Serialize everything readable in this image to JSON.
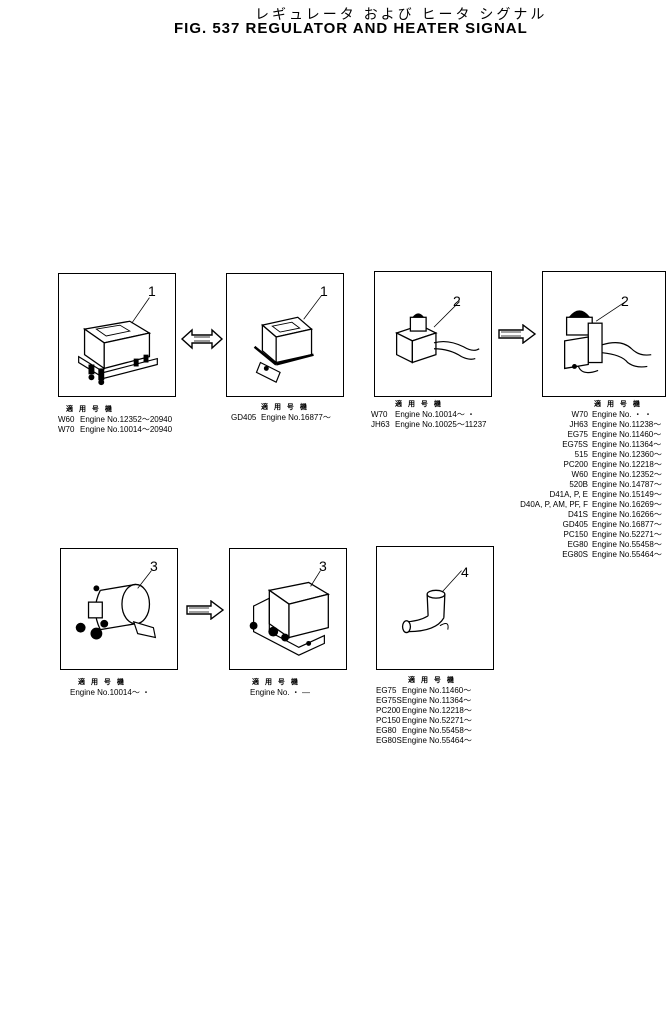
{
  "title": {
    "japanese": "レギュレータ および ヒータ シグナル",
    "english": "FIG. 537 REGULATOR AND HEATER SIGNAL"
  },
  "applicability_header": "適 用 号 機",
  "panels": [
    {
      "callout": "1",
      "rows": [
        {
          "model": "W60",
          "engine": "Engine No.12352～20940"
        },
        {
          "model": "W70",
          "engine": "Engine No.10014～20940"
        }
      ]
    },
    {
      "callout": "1",
      "rows": [
        {
          "model": "GD405",
          "engine": "Engine No.16877～"
        }
      ]
    },
    {
      "callout": "2",
      "rows": [
        {
          "model": "W70",
          "engine": "Engine No.10014～ ・"
        },
        {
          "model": "JH63",
          "engine": "Engine No.10025～11237"
        }
      ]
    },
    {
      "callout": "2",
      "rows": [
        {
          "model": "W70",
          "engine": "Engine No. ・ ・"
        },
        {
          "model": "JH63",
          "engine": "Engine No.11238～"
        },
        {
          "model": "EG75",
          "engine": "Engine No.11460～"
        },
        {
          "model": "EG75S",
          "engine": "Engine No.11364～"
        },
        {
          "model": "515",
          "engine": "Engine No.12360～"
        },
        {
          "model": "PC200",
          "engine": "Engine No.12218～"
        },
        {
          "model": "W60",
          "engine": "Engine No.12352～"
        },
        {
          "model": "520B",
          "engine": "Engine No.14787～"
        },
        {
          "model": "D41A, P, E",
          "engine": "Engine No.15149～"
        },
        {
          "model": "D40A, P, AM, PF, F",
          "engine": "Engine No.16269～"
        },
        {
          "model": "D41S",
          "engine": "Engine No.16266～"
        },
        {
          "model": "GD405",
          "engine": "Engine No.16877～"
        },
        {
          "model": "PC150",
          "engine": "Engine No.52271～"
        },
        {
          "model": "EG80",
          "engine": "Engine No.55458～"
        },
        {
          "model": "EG80S",
          "engine": "Engine No.55464～"
        }
      ]
    },
    {
      "callout": "3",
      "rows": [
        {
          "model": "",
          "engine": "Engine No.10014～ ・"
        }
      ]
    },
    {
      "callout": "3",
      "rows": [
        {
          "model": "",
          "engine": "Engine No. ・ ―"
        }
      ]
    },
    {
      "callout": "4",
      "rows": [
        {
          "model": "EG75",
          "engine": "Engine No.11460～"
        },
        {
          "model": "EG75S",
          "engine": "Engine No.11364～"
        },
        {
          "model": "PC200",
          "engine": "Engine No.12218～"
        },
        {
          "model": "PC150",
          "engine": "Engine No.52271～"
        },
        {
          "model": "EG80",
          "engine": "Engine No.55458～"
        },
        {
          "model": "EG80S",
          "engine": "Engine No.55464～"
        }
      ]
    }
  ]
}
